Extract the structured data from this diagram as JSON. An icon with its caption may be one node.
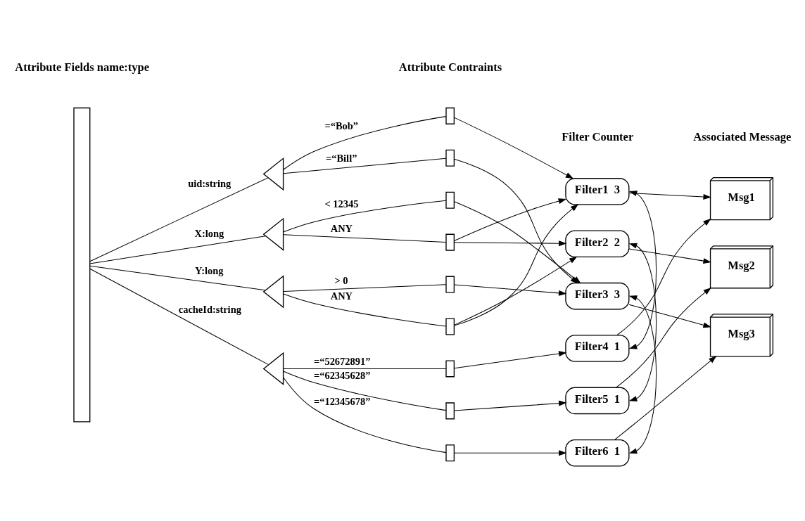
{
  "diagram": {
    "nodes": [
      {
        "text": [],
        "shape": "bar"
      },
      {
        "text": [],
        "shape": "triangle"
      },
      {
        "text": [],
        "shape": "triangle"
      },
      {
        "text": [],
        "shape": "triangle"
      },
      {
        "text": [],
        "shape": "triangle"
      },
      {
        "text": [],
        "shape": "box"
      },
      {
        "text": [],
        "shape": "box"
      },
      {
        "text": [],
        "shape": "box"
      },
      {
        "text": [],
        "shape": "box"
      },
      {
        "text": [],
        "shape": "box"
      },
      {
        "text": [],
        "shape": "box"
      },
      {
        "text": [],
        "shape": "box"
      },
      {
        "text": [],
        "shape": "box"
      },
      {
        "text": [],
        "shape": "box"
      },
      {
        "text": [
          "Filter1",
          "3"
        ]
      },
      {
        "text": [
          "Filter2",
          "2"
        ]
      },
      {
        "text": [
          "Filter3",
          "3"
        ]
      },
      {
        "text": [
          "Filter4",
          "1"
        ]
      },
      {
        "text": [
          "Filter5",
          "1"
        ]
      },
      {
        "text": [
          "Filter6",
          "1"
        ]
      },
      {
        "text": [
          "Msg1"
        ]
      },
      {
        "text": [
          "Msg2"
        ]
      },
      {
        "text": [
          "Msg3"
        ]
      }
    ],
    "edges": [
      {
        "from": 0,
        "to": 1,
        "arrow": "none",
        "label": "uid:string"
      },
      {
        "from": 0,
        "to": 2,
        "arrow": "none",
        "label": "X:long"
      },
      {
        "from": 0,
        "to": 3,
        "arrow": "none",
        "label": "Y:long"
      },
      {
        "from": 0,
        "to": 4,
        "arrow": "none",
        "label": "cacheId:string"
      },
      {
        "from": 1,
        "to": 5,
        "arrow": "none",
        "label": "=“Bob”"
      },
      {
        "from": 1,
        "to": 6,
        "arrow": "none",
        "label": "=“Bill”"
      },
      {
        "from": 2,
        "to": 7,
        "arrow": "none",
        "label": "< 12345"
      },
      {
        "from": 2,
        "to": 8,
        "arrow": "none",
        "label": "ANY"
      },
      {
        "from": 3,
        "to": 9,
        "arrow": "none",
        "label": "> 0"
      },
      {
        "from": 3,
        "to": 10,
        "arrow": "none",
        "label": "ANY"
      },
      {
        "from": 4,
        "to": 11,
        "arrow": "none",
        "label": "=“52672891”"
      },
      {
        "from": 4,
        "to": 12,
        "arrow": "none",
        "label": "=“62345628”"
      },
      {
        "from": 4,
        "to": 13,
        "arrow": "none",
        "label": "=“12345678”"
      },
      {
        "from": 5,
        "to": 14,
        "arrow": "to"
      },
      {
        "from": 6,
        "to": 16,
        "arrow": "to"
      },
      {
        "from": 7,
        "to": 16,
        "arrow": "to"
      },
      {
        "from": 8,
        "to": 14,
        "arrow": "to"
      },
      {
        "from": 8,
        "to": 15,
        "arrow": "to"
      },
      {
        "from": 9,
        "to": 16,
        "arrow": "to"
      },
      {
        "from": 10,
        "to": 14,
        "arrow": "to"
      },
      {
        "from": 10,
        "to": 15,
        "arrow": "to"
      },
      {
        "from": 11,
        "to": 17,
        "arrow": "to"
      },
      {
        "from": 12,
        "to": 18,
        "arrow": "to"
      },
      {
        "from": 13,
        "to": 19,
        "arrow": "to"
      },
      {
        "from": 14,
        "to": 20,
        "arrow": "to"
      },
      {
        "from": 17,
        "to": 20,
        "arrow": "to"
      },
      {
        "from": 15,
        "to": 21,
        "arrow": "to"
      },
      {
        "from": 18,
        "to": 21,
        "arrow": "to"
      },
      {
        "from": 16,
        "to": 22,
        "arrow": "to"
      },
      {
        "from": 19,
        "to": 22,
        "arrow": "to"
      },
      {
        "from": 14,
        "to": 17,
        "arrow": "both"
      },
      {
        "from": 15,
        "to": 18,
        "arrow": "both"
      },
      {
        "from": 16,
        "to": 19,
        "arrow": "both"
      }
    ],
    "labels": [
      "Attribute Fields name:type",
      "Attribute Contraints",
      "Filter Counter",
      "Associated Message"
    ]
  }
}
